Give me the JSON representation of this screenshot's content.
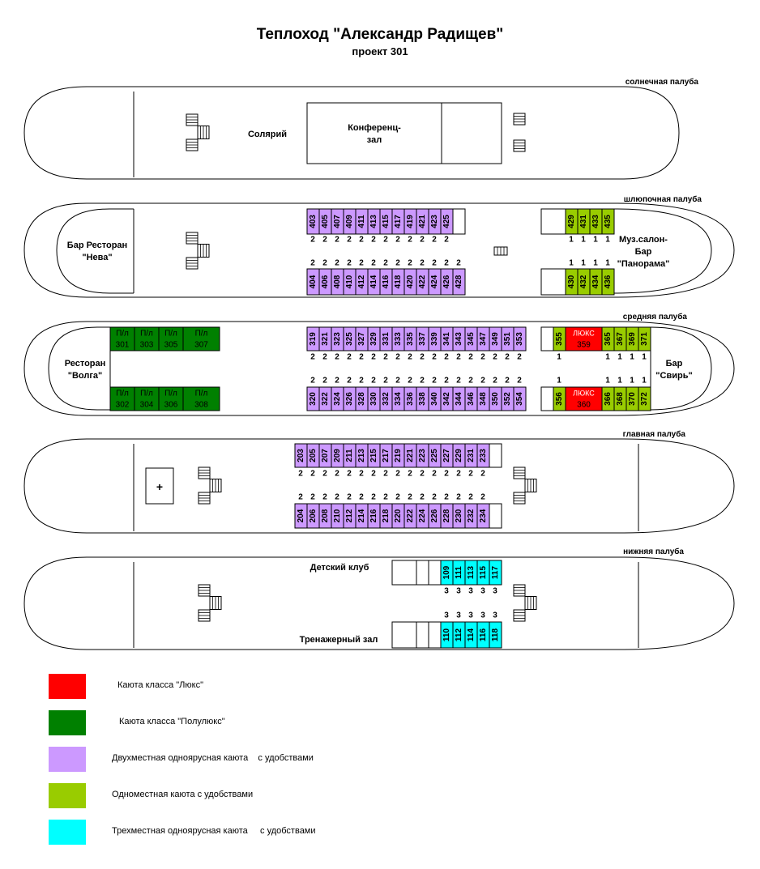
{
  "header": {
    "title": "Теплоход \"Александр Радищев\"",
    "subtitle": "проект 301"
  },
  "colors": {
    "lux": "#ff0000",
    "semilux": "#008000",
    "double": "#cc99ff",
    "single": "#99cc00",
    "triple": "#00ffff",
    "outline": "#000000"
  },
  "decks": {
    "sun": {
      "name": "солнечная палуба",
      "solarium": "Солярий",
      "conference": [
        "Конференц-",
        "зал"
      ]
    },
    "boat": {
      "name": "шлюпочная палуба",
      "bar_left": [
        "Бар Ресторан",
        "\"Нева\""
      ],
      "bar_right": [
        "Муз.салон-",
        "Бар",
        "\"Панорама\""
      ],
      "top_cabins": [
        "403",
        "405",
        "407",
        "409",
        "411",
        "413",
        "415",
        "417",
        "419",
        "421",
        "423",
        "425"
      ],
      "top_berths": [
        "2",
        "2",
        "2",
        "2",
        "2",
        "2",
        "2",
        "2",
        "2",
        "2",
        "2",
        "2"
      ],
      "bottom_cabins": [
        "404",
        "406",
        "408",
        "410",
        "412",
        "414",
        "416",
        "418",
        "420",
        "422",
        "424",
        "426",
        "428"
      ],
      "bottom_berths": [
        "2",
        "2",
        "2",
        "2",
        "2",
        "2",
        "2",
        "2",
        "2",
        "2",
        "2",
        "2",
        "2"
      ],
      "single_top": [
        "429",
        "431",
        "433",
        "435"
      ],
      "single_top_berths": [
        "1",
        "1",
        "1",
        "1"
      ],
      "single_bottom": [
        "430",
        "432",
        "434",
        "436"
      ],
      "single_bottom_berths": [
        "1",
        "1",
        "1",
        "1"
      ]
    },
    "middle": {
      "name": "средняя палуба",
      "restaurant": [
        "Ресторан",
        "\"Волга\""
      ],
      "bar": [
        "Бар",
        "\"Свирь\""
      ],
      "semilux_label": "П/л",
      "semilux_top": [
        "301",
        "303",
        "305",
        "307"
      ],
      "semilux_bottom": [
        "302",
        "304",
        "306",
        "308"
      ],
      "top_cabins": [
        "319",
        "321",
        "323",
        "325",
        "327",
        "329",
        "331",
        "333",
        "335",
        "337",
        "339",
        "341",
        "343",
        "345",
        "347",
        "349",
        "351",
        "353"
      ],
      "top_berths": [
        "2",
        "2",
        "2",
        "2",
        "2",
        "2",
        "2",
        "2",
        "2",
        "2",
        "2",
        "2",
        "2",
        "2",
        "2",
        "2",
        "2",
        "2"
      ],
      "bottom_cabins": [
        "320",
        "322",
        "324",
        "326",
        "328",
        "330",
        "332",
        "334",
        "336",
        "338",
        "340",
        "342",
        "344",
        "346",
        "348",
        "350",
        "352",
        "354"
      ],
      "bottom_berths": [
        "2",
        "2",
        "2",
        "2",
        "2",
        "2",
        "2",
        "2",
        "2",
        "2",
        "2",
        "2",
        "2",
        "2",
        "2",
        "2",
        "2",
        "2"
      ],
      "single_top_first": "355",
      "single_bottom_first": "356",
      "lux_label": "ЛЮКС",
      "lux_top": "359",
      "lux_bottom": "360",
      "single_top": [
        "365",
        "367",
        "369",
        "371"
      ],
      "single_bottom": [
        "366",
        "368",
        "370",
        "372"
      ],
      "single_top_berths": [
        "1",
        "1",
        "1",
        "1",
        "1"
      ],
      "single_bottom_berths": [
        "1",
        "1",
        "1",
        "1",
        "1"
      ]
    },
    "main": {
      "name": "главная палуба",
      "medical": "+",
      "top_cabins": [
        "203",
        "205",
        "207",
        "209",
        "211",
        "213",
        "215",
        "217",
        "219",
        "221",
        "223",
        "225",
        "227",
        "229",
        "231",
        "233"
      ],
      "top_berths": [
        "2",
        "2",
        "2",
        "2",
        "2",
        "2",
        "2",
        "2",
        "2",
        "2",
        "2",
        "2",
        "2",
        "2",
        "2",
        "2"
      ],
      "bottom_cabins": [
        "204",
        "206",
        "208",
        "210",
        "212",
        "214",
        "216",
        "218",
        "220",
        "222",
        "224",
        "226",
        "228",
        "230",
        "232",
        "234"
      ],
      "bottom_berths": [
        "2",
        "2",
        "2",
        "2",
        "2",
        "2",
        "2",
        "2",
        "2",
        "2",
        "2",
        "2",
        "2",
        "2",
        "2",
        "2"
      ]
    },
    "lower": {
      "name": "нижняя палуба",
      "kids_club": "Детский клуб",
      "gym": "Тренажерный зал",
      "top_cabins": [
        "109",
        "111",
        "113",
        "115",
        "117"
      ],
      "top_berths": [
        "3",
        "3",
        "3",
        "3",
        "3"
      ],
      "bottom_cabins": [
        "110",
        "112",
        "114",
        "116",
        "118"
      ],
      "bottom_berths": [
        "3",
        "3",
        "3",
        "3",
        "3"
      ]
    }
  },
  "legend": [
    {
      "color_key": "lux",
      "label": "Каюта класса \"Люкс\""
    },
    {
      "color_key": "semilux",
      "label": "Каюта класса \"Полулюкс\""
    },
    {
      "color_key": "double",
      "label": "Двухместная одноярусная каюта    с удобствами"
    },
    {
      "color_key": "single",
      "label": "Одноместная каюта с удобствами"
    },
    {
      "color_key": "triple",
      "label": "Трехместная одноярусная каюта     с удобствами"
    }
  ]
}
